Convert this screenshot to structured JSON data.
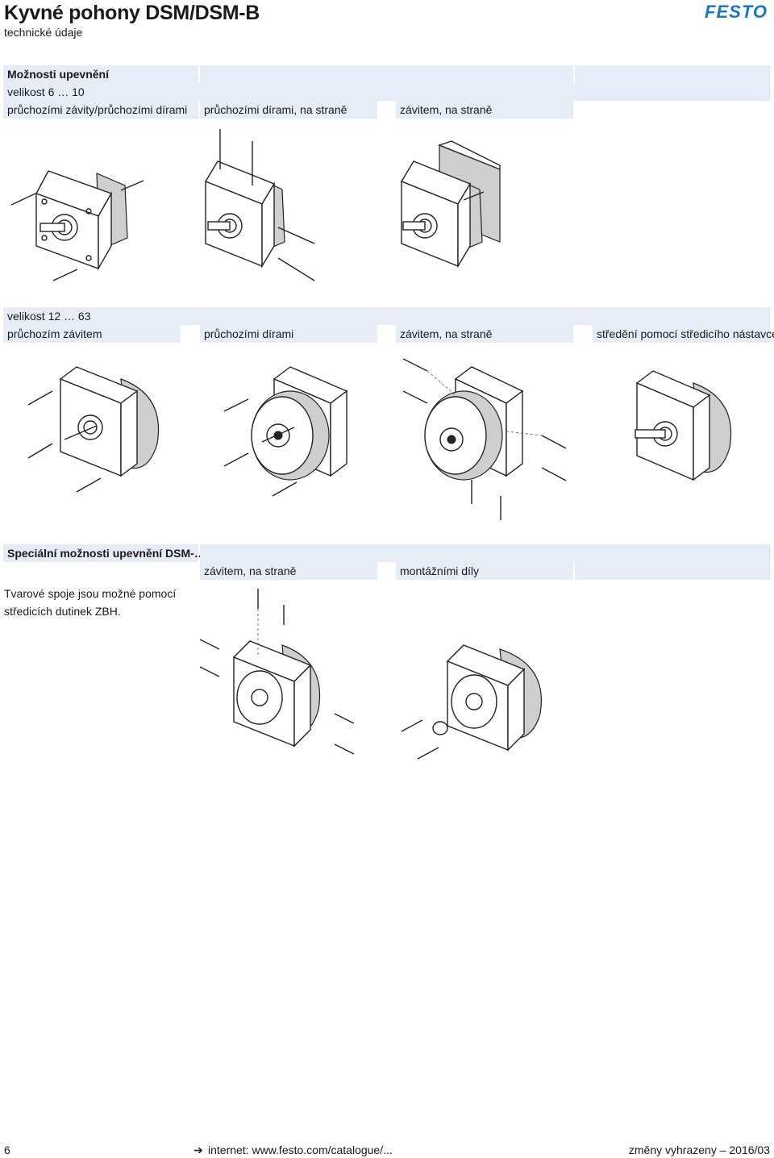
{
  "header": {
    "title": "Kyvné pohony DSM/DSM-B",
    "subtitle": "technické údaje",
    "logo": "FESTO",
    "brand_color": "#1478c8"
  },
  "section1": {
    "heading": "Možnosti upevnění",
    "size_label": "velikost 6 … 10",
    "columns": [
      "průchozími závity/průchozími dírami",
      "průchozími dírami, na straně",
      "závitem, na straně"
    ]
  },
  "section2": {
    "size_label": "velikost 12 … 63",
    "columns": [
      "průchozím závitem",
      "průchozími dírami",
      "závitem, na straně",
      "středění pomocí středicího nástavce"
    ]
  },
  "section3": {
    "heading": "Speciální možnosti upevnění DSM-…-HD",
    "columns": [
      "závitem, na straně",
      "montážními díly"
    ],
    "note_line1": "Tvarové spoje jsou možné pomocí",
    "note_line2": "středicích dutinek ZBH."
  },
  "footer": {
    "page_number": "6",
    "arrow_icon": "right-arrow-icon",
    "link_text": "internet: www.festo.com/catalogue/...",
    "right_text": "změny vyhrazeny – 2016/03"
  },
  "colors": {
    "band": "#e6edf6",
    "text": "#1a1a1a"
  }
}
